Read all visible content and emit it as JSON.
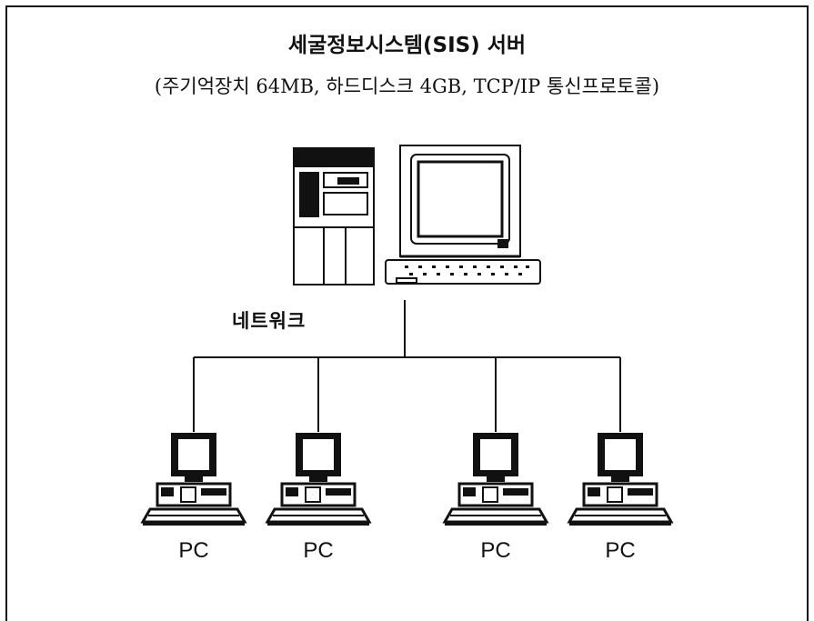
{
  "diagram": {
    "title": "세굴정보시스템(SIS) 서버",
    "subtitle": "(주기억장치 64MB, 하드디스크 4GB, TCP/IP 통신프로토콜)",
    "network_label": "네트워크",
    "clients": [
      {
        "label": "PC"
      },
      {
        "label": "PC"
      },
      {
        "label": "PC"
      },
      {
        "label": "PC"
      }
    ],
    "colors": {
      "ink": "#111111",
      "paper": "#ffffff"
    }
  }
}
